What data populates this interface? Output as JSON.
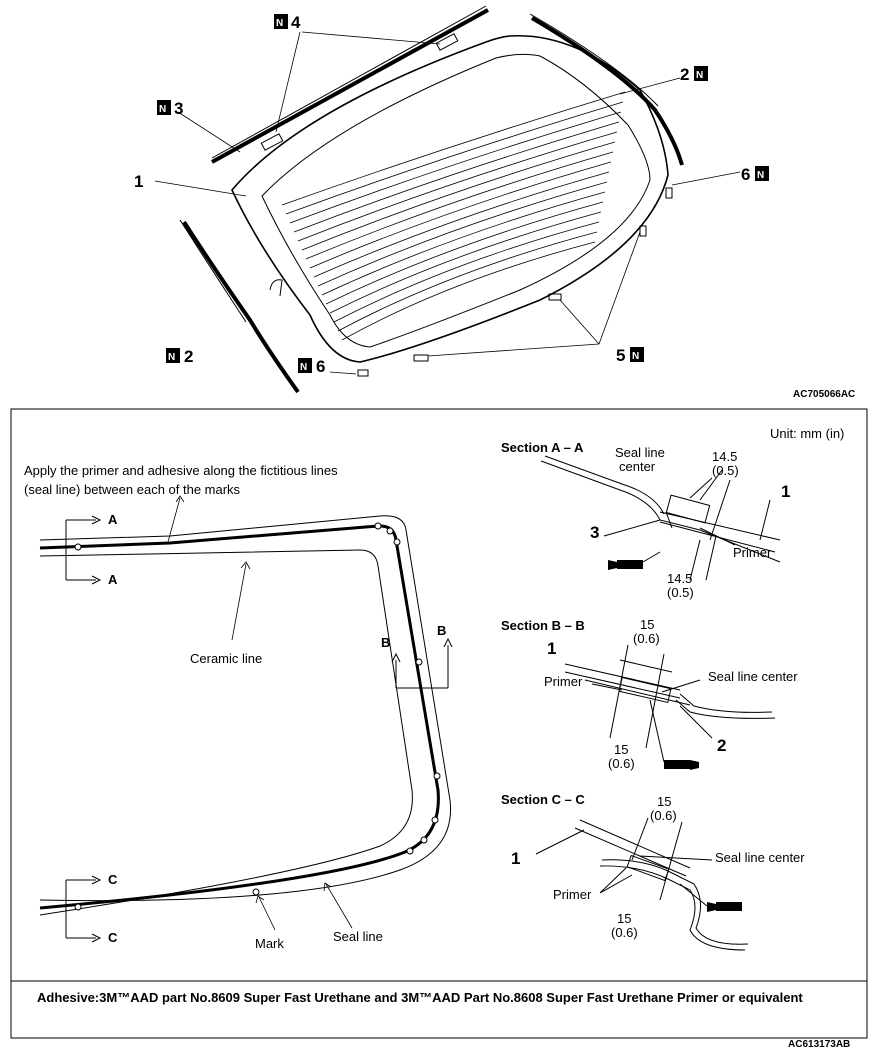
{
  "top_diagram": {
    "code": "AC705066AC",
    "new_part_mark": "N",
    "callouts": [
      "1",
      "2",
      "2",
      "3",
      "4",
      "5",
      "6",
      "6"
    ]
  },
  "bottom_diagram": {
    "code": "AC613173AB",
    "unit": "Unit: mm (in)",
    "instruction_line1": "Apply the primer and adhesive along the fictitious lines",
    "instruction_line2": "(seal line) between each of the marks",
    "section_letters": {
      "a": "A",
      "b": "B",
      "c": "C"
    },
    "ceramic_line": "Ceramic line",
    "mark": "Mark",
    "seal_line": "Seal line",
    "section_aa": {
      "title": "Section A – A",
      "seal_center_line1": "Seal line",
      "seal_center_line2": "center",
      "dim_top": "14.5",
      "dim_top_in": "(0.5)",
      "dim_bottom": "14.5",
      "dim_bottom_in": "(0.5)",
      "primer": "Primer",
      "callout_1": "1",
      "callout_3": "3"
    },
    "section_bb": {
      "title": "Section B – B",
      "dim_top": "15",
      "dim_top_in": "(0.6)",
      "dim_bottom": "15",
      "dim_bottom_in": "(0.6)",
      "seal_center": "Seal line center",
      "primer": "Primer",
      "callout_1": "1",
      "callout_2": "2"
    },
    "section_cc": {
      "title": "Section C – C",
      "dim_top": "15",
      "dim_top_in": "(0.6)",
      "dim_bottom": "15",
      "dim_bottom_in": "(0.6)",
      "seal_center": "Seal line center",
      "primer": "Primer",
      "callout_1": "1"
    },
    "adhesive_note": "Adhesive:3M™AAD part No.8609 Super Fast Urethane and 3M™AAD Part No.8608 Super Fast Urethane Primer or equivalent"
  }
}
